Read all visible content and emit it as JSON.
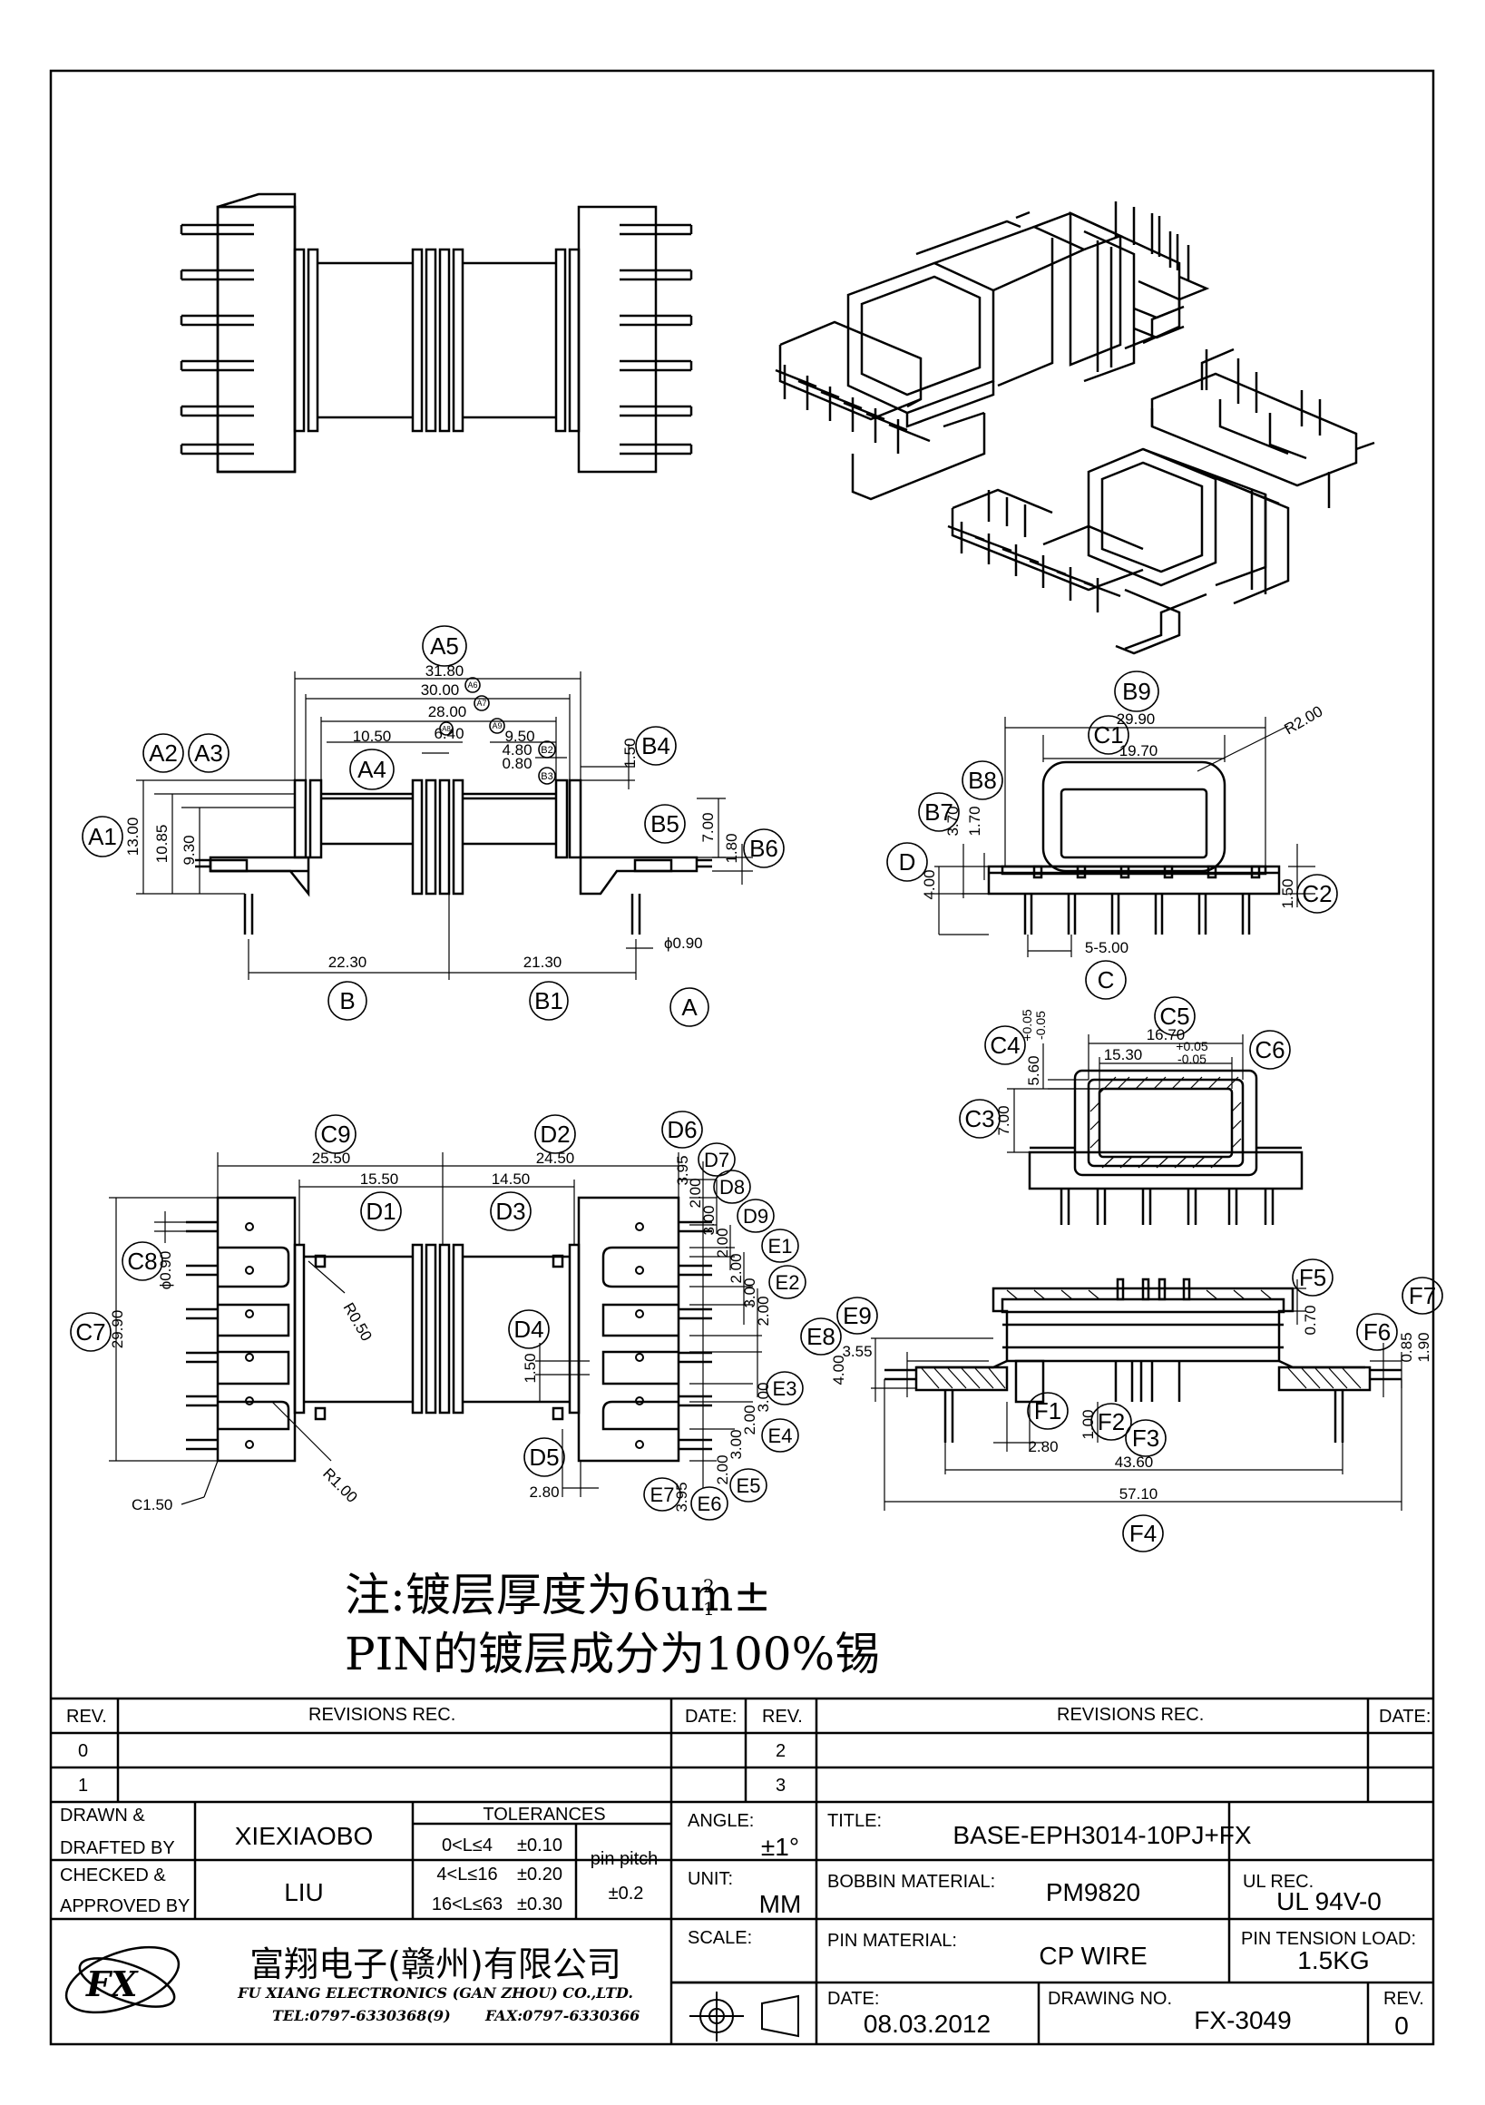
{
  "drawing_labels": {
    "side_view": {
      "A5": "A5",
      "d3180": "31.80",
      "A6": "A6",
      "d3000": "30.00",
      "A7": "A7",
      "d2800": "28.00",
      "A8": "A8",
      "d640": "6.40",
      "A9": "A9",
      "d950": "9.50",
      "d1050": "10.50",
      "A4": "A4",
      "d480": "4.80",
      "B2": "B2",
      "d080": "0.80",
      "B3": "B3",
      "d150": "1.50",
      "B4": "B4",
      "A2": "A2",
      "A3": "A3",
      "A1": "A1",
      "d1300": "13.00",
      "d1085": "10.85",
      "d930": "9.30",
      "B5": "B5",
      "d700": "7.00",
      "d180": "1.80",
      "B6": "B6",
      "d2230": "22.30",
      "B": "B",
      "d2130": "21.30",
      "B1": "B1",
      "phi090": "ϕ0.90",
      "A": "A"
    },
    "front_view": {
      "B9": "B9",
      "d2990": "29.90",
      "R200": "R2.00",
      "C1": "C1",
      "d1970": "19.70",
      "B8": "B8",
      "B7": "B7",
      "d370": "3.70",
      "d170": "1.70",
      "D": "D",
      "d400": "4.00",
      "d150": "1.50",
      "C2": "C2",
      "d5x500": "5-5.00",
      "C": "C"
    },
    "section_view": {
      "C5": "C5",
      "d1670": "16.70",
      "C4": "C4",
      "d560": "5.60",
      "tol_p": "+0.05",
      "tol_m": "-0.05",
      "d1530": "15.30",
      "C6": "C6",
      "C3": "C3",
      "d700": "7.00"
    },
    "bottom_view": {
      "C9": "C9",
      "d2550": "25.50",
      "D2": "D2",
      "d2450": "24.50",
      "d1550": "15.50",
      "d1450": "14.50",
      "D1": "D1",
      "D3": "D3",
      "D6": "D6",
      "d395": "3.95",
      "D7": "D7",
      "d200": "2.00",
      "D8": "D8",
      "d300": "3.00",
      "D9": "D9",
      "E1": "E1",
      "E2": "E2",
      "C8": "C8",
      "phi090": "ϕ0.90",
      "R050": "R0.50",
      "C7": "C7",
      "d2990": "29.90",
      "D4": "D4",
      "d150": "1.50",
      "E3": "E3",
      "E4": "E4",
      "D5": "D5",
      "d280": "2.80",
      "E7": "E7",
      "E6": "E6",
      "E5": "E5",
      "R100": "R1.00",
      "C150": "C1.50"
    },
    "pin_side_view": {
      "F5": "F5",
      "F7": "F7",
      "d070": "0.70",
      "F6": "F6",
      "d085": "0.85",
      "d190": "1.90",
      "E9": "E9",
      "E8": "E8",
      "d355": "3.55",
      "d400": "4.00",
      "F1": "F1",
      "d280": "2.80",
      "d100": "1.00",
      "F2": "F2",
      "F3": "F3",
      "d4360": "43.60",
      "d5710": "57.10",
      "F4": "F4"
    }
  },
  "notes": {
    "line1_main": "注:镀层厚度为6um±",
    "line1_sup": "2",
    "line1_sub": "1",
    "line2": "PIN的镀层成分为100%锡"
  },
  "title_block": {
    "rev_header": "REV.",
    "revisions_header": "REVISIONS   REC.",
    "date_header": "DATE:",
    "rev_rows_left": [
      "0",
      "1"
    ],
    "rev_rows_right": [
      "2",
      "3"
    ],
    "drawn_label": "DRAWN  &\nDRAFTED  BY",
    "drawn_value": "XIEXIAOBO",
    "checked_label": "CHECKED  &\nAPPROVED  BY",
    "checked_value": "LIU",
    "tolerances_header": "TOLERANCES",
    "tolerance_rows": [
      {
        "range": "0<L≤4",
        "value": "±0.10"
      },
      {
        "range": "4<L≤16",
        "value": "±0.20"
      },
      {
        "range": "16<L≤63",
        "value": "±0.30"
      }
    ],
    "pin_pitch_label": "pin  pitch",
    "pin_pitch_value": "±0.2",
    "angle_label": "ANGLE:",
    "angle_value": "±1°",
    "unit_label": "UNIT:",
    "unit_value": "MM",
    "scale_label": "SCALE:",
    "title_label": "TITLE:",
    "title_value": "BASE-EPH3014-10PJ+FX",
    "bobbin_material_label": "BOBBIN  MATERIAL:",
    "bobbin_material_value": "PM9820",
    "ul_rec_label": "UL  REC.",
    "ul_rec_value": "UL  94V-0",
    "pin_material_label": "PIN  MATERIAL:",
    "pin_material_value": "CP  WIRE",
    "pin_tension_label": "PIN  TENSION  LOAD:",
    "pin_tension_value": "1.5KG",
    "date_label": "DATE:",
    "date_value": "08.03.2012",
    "drawing_no_label": "DRAWING  NO.",
    "drawing_no_value": "FX-3049",
    "rev_label": "REV.",
    "rev_value": "0",
    "company_cn": "富翔电子(赣州)有限公司",
    "company_en": "FU XIANG ELECTRONICS (GAN ZHOU) CO.,LTD.",
    "tel": "TEL:0797-6330368(9)",
    "fax": "FAX:0797-6330366"
  }
}
